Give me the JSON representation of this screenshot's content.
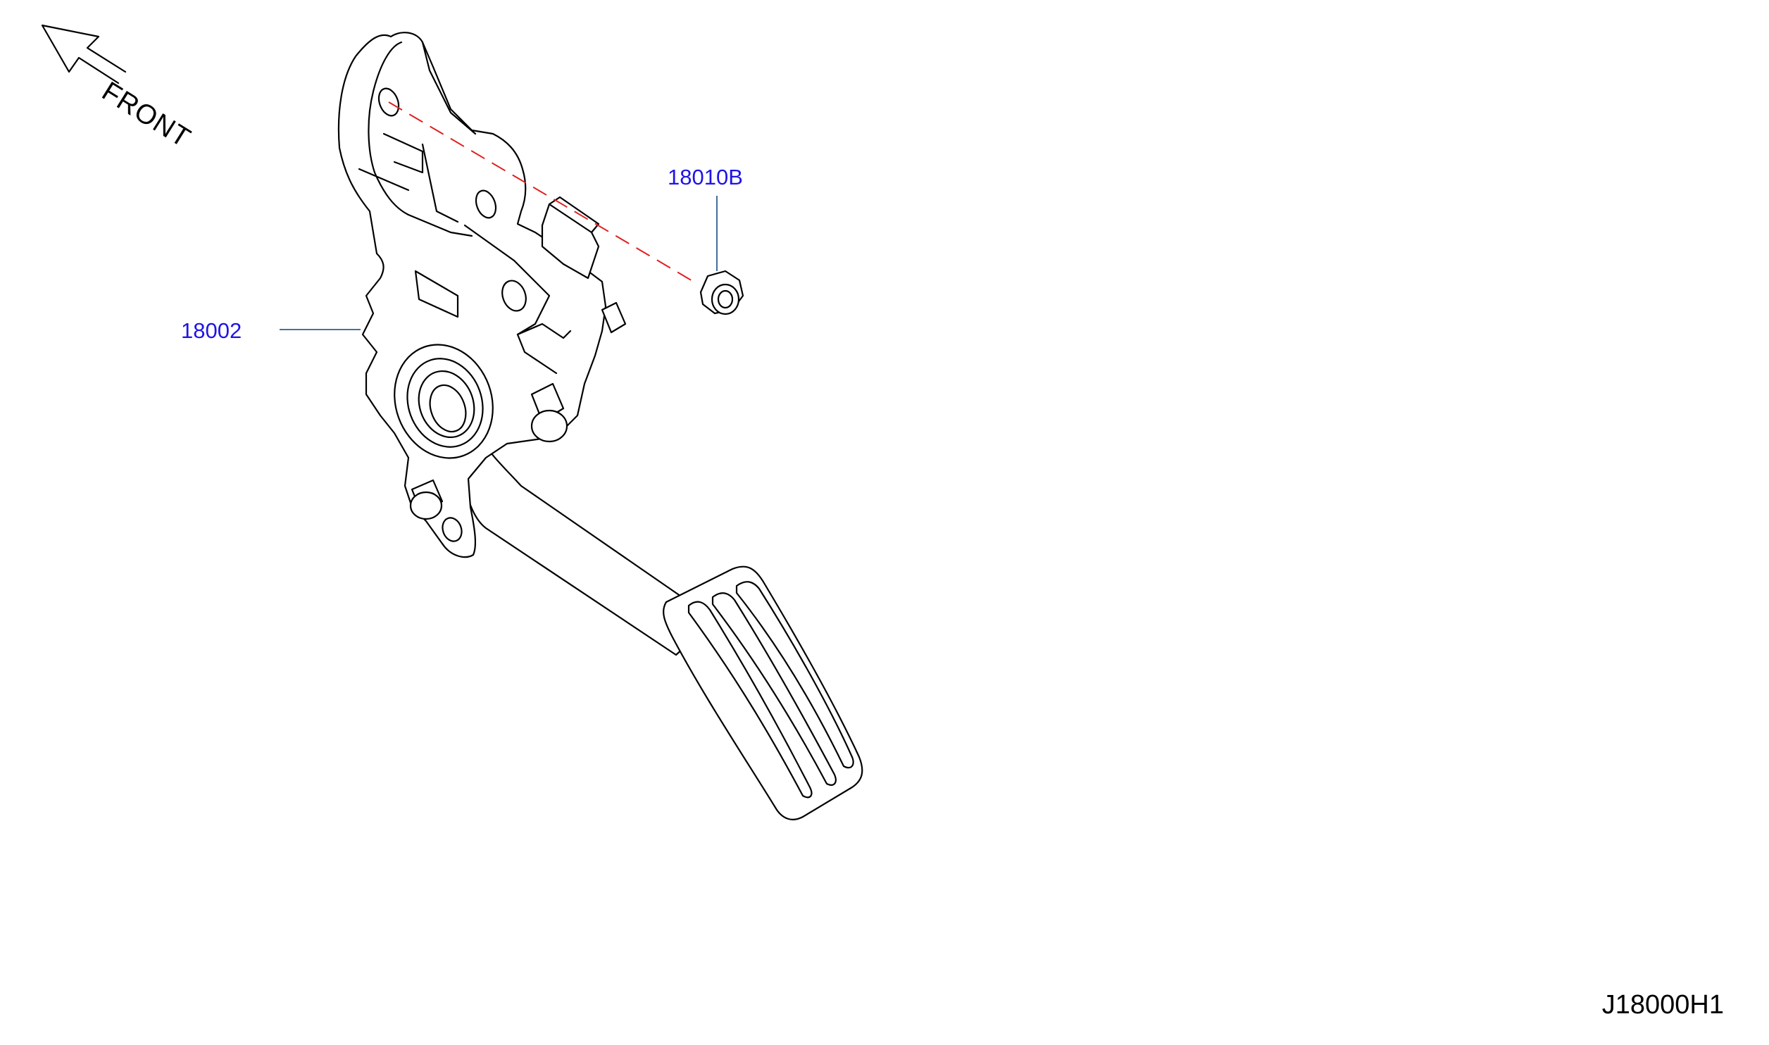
{
  "orientation": {
    "label": "FRONT",
    "icon": "front-direction-arrow-icon"
  },
  "parts": [
    {
      "number": "18002"
    },
    {
      "number": "18010B"
    }
  ],
  "reference_code": "J18000H1",
  "colors": {
    "callout_text": "#1f14e6",
    "leader_line": "#2d5f8f",
    "dashed_line": "#e02020",
    "outline": "#000000"
  }
}
